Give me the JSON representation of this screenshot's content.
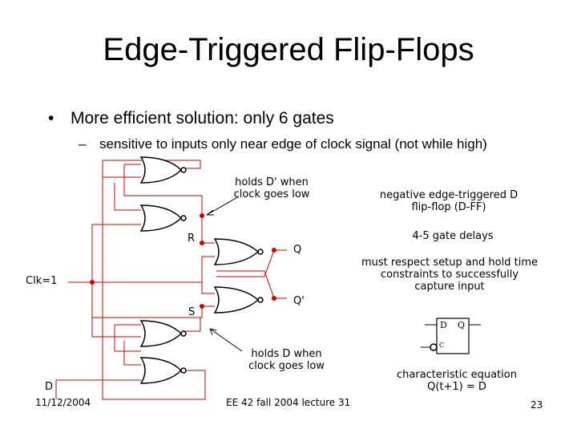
{
  "slide": {
    "title": "Edge-Triggered Flip-Flops",
    "bullet": "More efficient solution: only 6 gates",
    "sub_bullet": "sensitive to inputs only near edge of clock signal (not while high)"
  },
  "diagram": {
    "annotation_top": [
      "holds D' when",
      "clock goes low"
    ],
    "annotation_bottom": [
      "holds D when",
      "clock goes low"
    ],
    "label_R": "R",
    "label_S": "S",
    "label_Q": "Q",
    "label_Qbar": "Q'",
    "label_clk": "Clk=1",
    "label_D": "D",
    "wire_color": "#cc0000"
  },
  "notes": {
    "ff_type": [
      "negative edge-triggered D",
      "flip-flop (D-FF)"
    ],
    "delays": "4-5 gate delays",
    "timing": [
      "must respect setup and hold time",
      "constraints to successfully",
      "capture input"
    ],
    "symbol_D": "D",
    "symbol_Q": "Q",
    "symbol_C": "C",
    "char_eq": [
      "characteristic equation",
      "Q(t+1) = D"
    ]
  },
  "footer": {
    "date": "11/12/2004",
    "course": "EE 42 fall 2004 lecture 31",
    "page": "23"
  }
}
